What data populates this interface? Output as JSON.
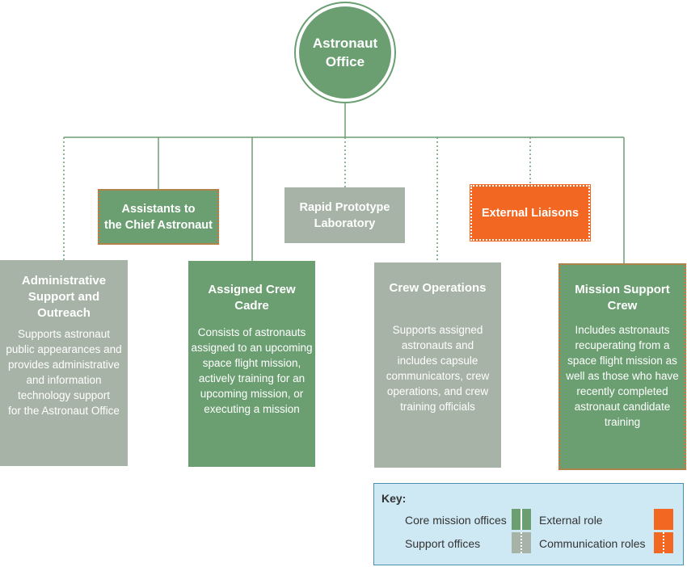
{
  "root": {
    "title_line1": "Astronaut",
    "title_line2": "Office"
  },
  "mid_boxes": {
    "assistants": {
      "line1": "Assistants to",
      "line2": "the Chief Astronaut"
    },
    "rapid": {
      "line1": "Rapid Prototype",
      "line2": "Laboratory"
    },
    "liaisons": {
      "line1": "External Liaisons"
    }
  },
  "bottom_boxes": {
    "admin": {
      "title": [
        "Administrative",
        "Support and",
        "Outreach"
      ],
      "desc": [
        "Supports astronaut",
        "public appearances and",
        "provides administrative",
        "and information",
        "technology support",
        "for the Astronaut Office"
      ]
    },
    "assigned": {
      "title": [
        "Assigned Crew",
        "Cadre"
      ],
      "desc": [
        "Consists of astronauts",
        "assigned to an upcoming",
        "space flight mission,",
        "actively training for an",
        "upcoming mission, or",
        "executing a mission"
      ]
    },
    "crewops": {
      "title": [
        "Crew Operations"
      ],
      "desc": [
        "Supports assigned",
        "astronauts and",
        "includes capsule",
        "communicators, crew",
        "operations, and crew",
        "training officials"
      ]
    },
    "mission": {
      "title": [
        "Mission Support",
        "Crew"
      ],
      "desc": [
        "Includes astronauts",
        "recuperating from a",
        "space flight mission as",
        "well as those who have",
        "recently completed",
        "astronaut candidate",
        "training"
      ]
    }
  },
  "key": {
    "title": "Key:",
    "core": "Core mission offices",
    "support": "Support offices",
    "external": "External role",
    "communication": "Communication roles"
  },
  "colors": {
    "core": "#6b9f72",
    "support": "#a7b3a6",
    "external": "#f26722",
    "key_bg": "#cfe9f4"
  }
}
